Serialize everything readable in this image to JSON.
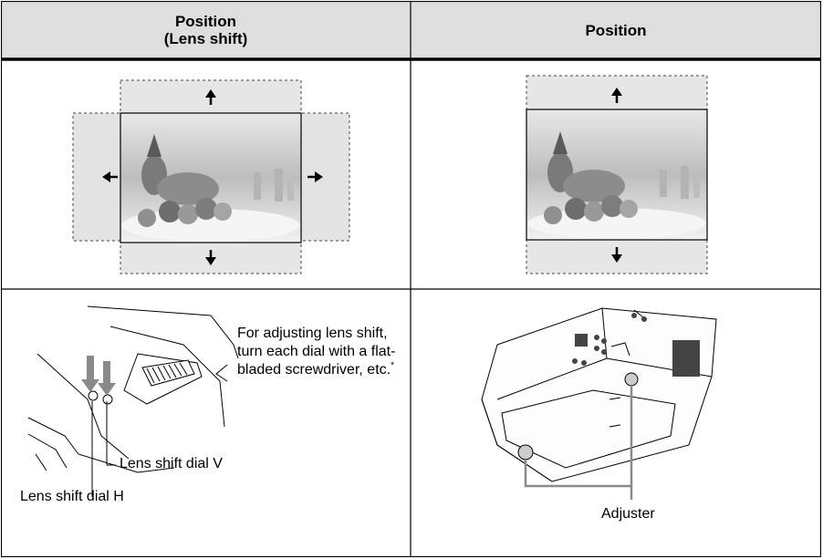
{
  "header": {
    "col1_line1": "Position",
    "col1_line2": "(Lens shift)",
    "col2": "Position"
  },
  "callouts": {
    "adjust_note": "For adjusting lens shift, turn each dial with a flat-bladed screwdriver, etc.",
    "adjust_note_mark": "*",
    "dial_v": "Lens shift dial V",
    "dial_h": "Lens shift dial H",
    "adjuster": "Adjuster"
  },
  "colors": {
    "header_bg": "#dedede",
    "border": "#000000",
    "dashed": "#555555",
    "callout_arrow": "#8a8a8a"
  },
  "icons": [
    "arrow-up-icon",
    "arrow-down-icon",
    "arrow-left-icon",
    "arrow-right-icon"
  ]
}
